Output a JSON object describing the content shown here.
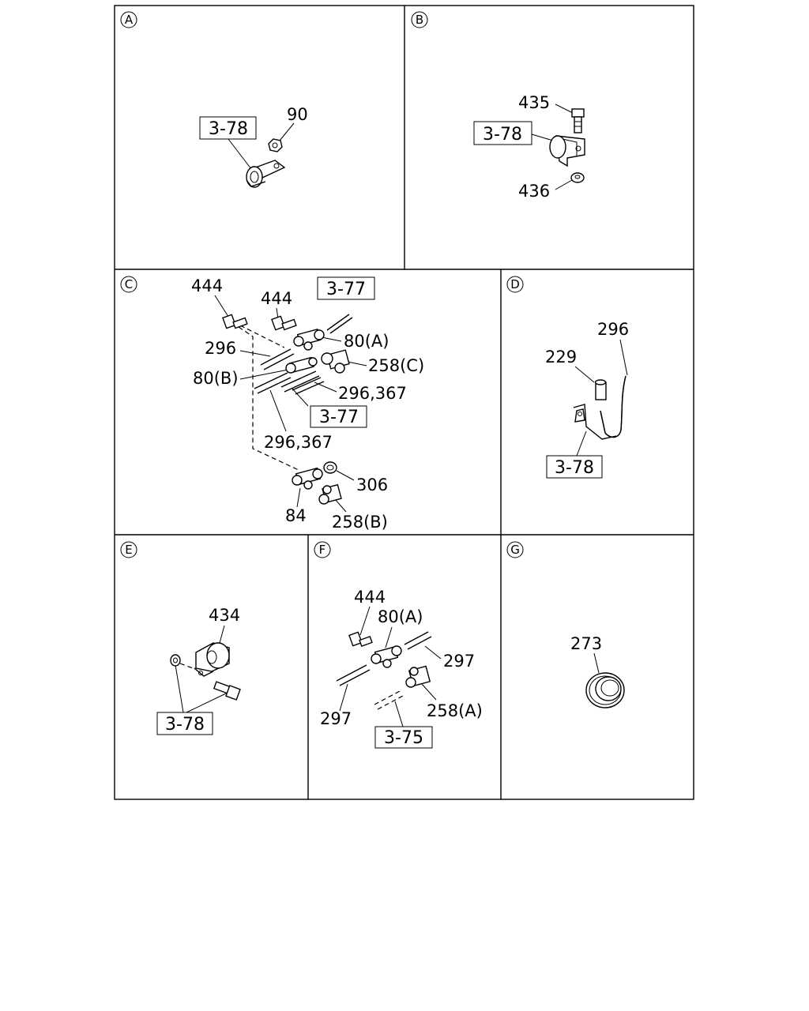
{
  "sections": {
    "A": {
      "letter": "A",
      "ref": "3-78",
      "parts": [
        "90"
      ]
    },
    "B": {
      "letter": "B",
      "ref": "3-78",
      "parts": [
        "435",
        "436"
      ]
    },
    "C": {
      "letter": "C",
      "refs": [
        "3-77",
        "3-77"
      ],
      "parts": [
        "444",
        "444",
        "296",
        "80(A)",
        "80(B)",
        "258(C)",
        "296,367",
        "296,367",
        "306",
        "84",
        "258(B)"
      ]
    },
    "D": {
      "letter": "D",
      "ref": "3-78",
      "parts": [
        "296",
        "229"
      ]
    },
    "E": {
      "letter": "E",
      "ref": "3-78",
      "parts": [
        "434"
      ]
    },
    "F": {
      "letter": "F",
      "ref": "3-75",
      "parts": [
        "444",
        "80(A)",
        "297",
        "297",
        "258(A)"
      ]
    },
    "G": {
      "letter": "G",
      "parts": [
        "273"
      ]
    }
  },
  "colors": {
    "line": "#000000",
    "background": "#ffffff"
  }
}
